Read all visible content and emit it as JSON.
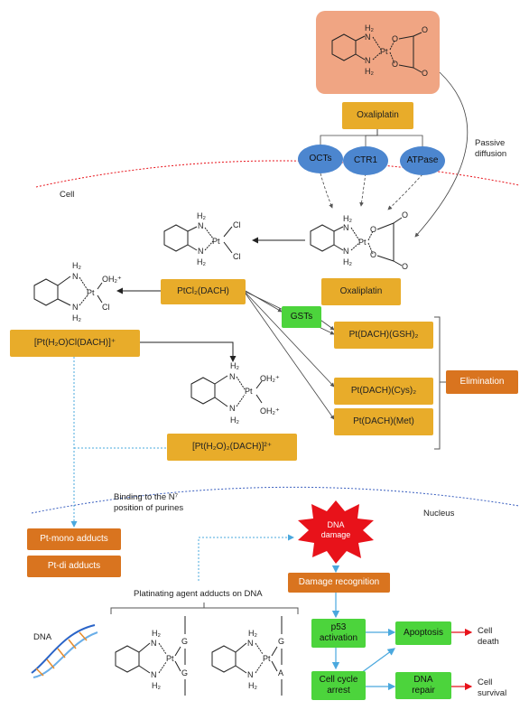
{
  "labels": {
    "oxaliplatin_top": "Oxaliplatin",
    "octs": "OCTs",
    "ctr1": "CTR1",
    "atpase": "ATPase",
    "passive_diffusion": "Passive\ndiffusion",
    "cell": "Cell",
    "oxaliplatin_inside": "Oxaliplatin",
    "ptcl2_dach": "PtCl₂(DACH)",
    "gsts": "GSTs",
    "pt_gsh": "Pt(DACH)(GSH)₂",
    "pt_h2o_cl": "[Pt(H₂O)Cl(DACH)]⁺",
    "pt_cys": "Pt(DACH)(Cys)₂",
    "elimination": "Elimination",
    "pt_met": "Pt(DACH)(Met)",
    "pt_h2o2": "[Pt(H₂O)₂(DACH)]²⁺",
    "binding": "Binding to the N⁷\nposition of purines",
    "nucleus": "Nucleus",
    "dna_damage": "DNA\ndamage",
    "pt_mono": "Pt-mono adducts",
    "pt_di": "Pt-di adducts",
    "damage_recognition": "Damage recognition",
    "platinating": "Platinating agent adducts on DNA",
    "dna": "DNA",
    "p53": "p53\nactivation",
    "apoptosis": "Apoptosis",
    "cell_death": "Cell\ndeath",
    "cell_cycle_arrest": "Cell cycle\narrest",
    "dna_repair": "DNA\nrepair",
    "cell_survival": "Cell\nsurvival"
  },
  "atoms": {
    "h2": "H₂",
    "n": "N",
    "o": "O",
    "pt": "Pt",
    "cl": "Cl",
    "oh2": "OH₂⁺",
    "g": "G",
    "a": "A"
  },
  "colors": {
    "gold": "#e8ac2a",
    "dark_orange": "#d9741f",
    "green": "#4cd43c",
    "blue": "#4c86cf",
    "salmon": "#f0a583",
    "red": "#e8121a",
    "light_blue": "#62b5e5"
  }
}
